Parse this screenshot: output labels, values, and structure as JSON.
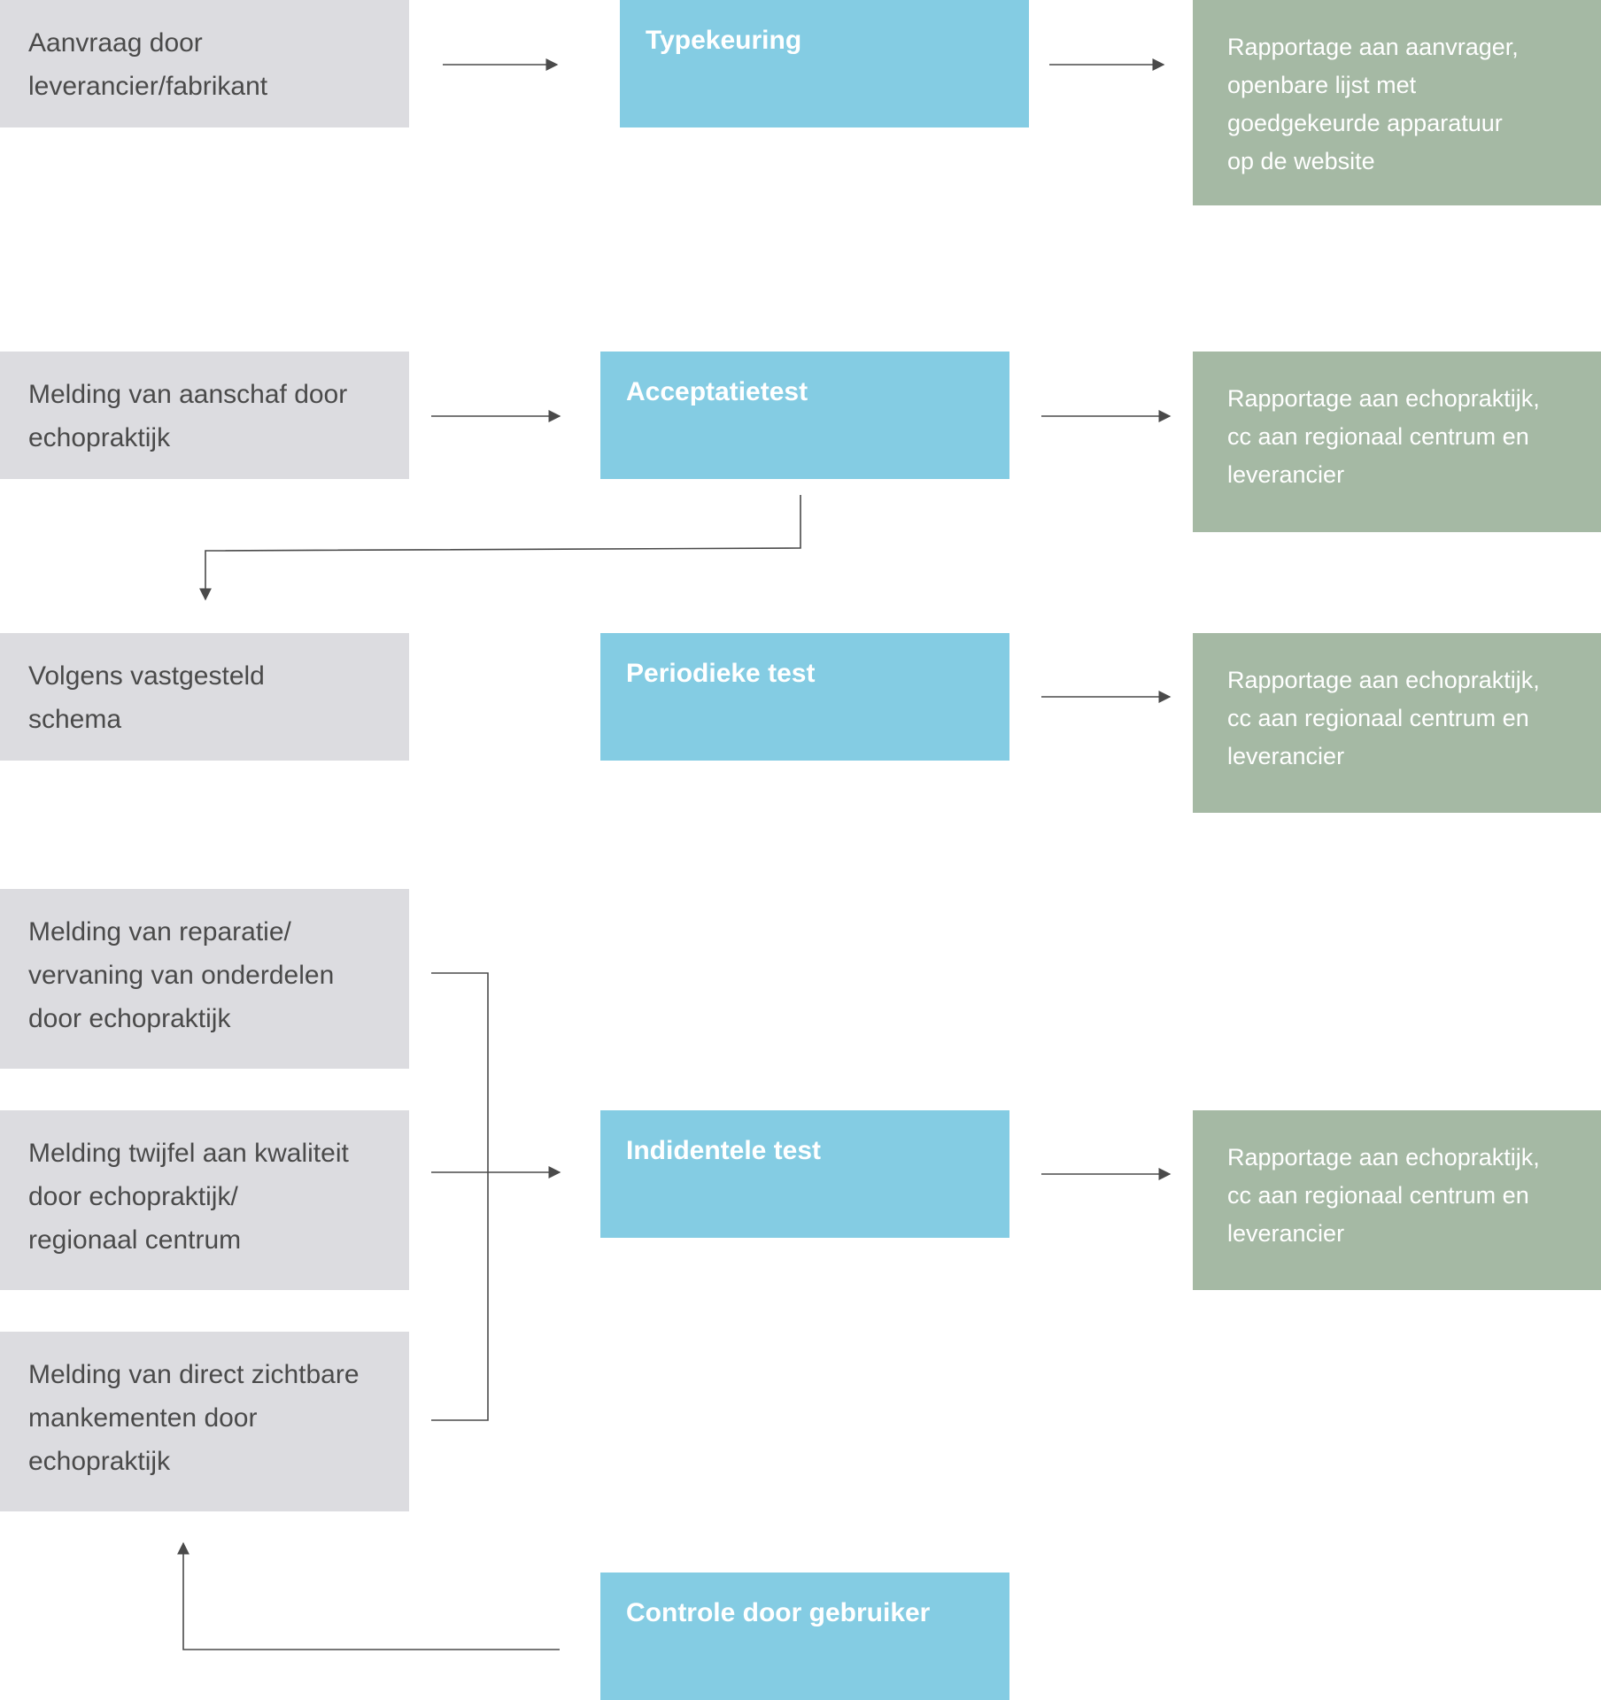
{
  "sources": {
    "typekeuring": "Aanvraag door\nleverancier/fabrikant",
    "acceptatie": "Melding van aanschaf door\nechopraktijk",
    "periodiek": "Volgens vastgesteld\nschema",
    "reparatie": "Melding van reparatie/\nvervaning van onderdelen\ndoor echopraktijk",
    "twijfel": "Melding twijfel aan kwaliteit\ndoor echopraktijk/\nregionaal centrum",
    "mankementen": "Melding van direct zichtbare\nmankementen door\nechopraktijk"
  },
  "tests": {
    "typekeuring": "Typekeuring",
    "acceptatie": "Acceptatietest",
    "periodiek": "Periodieke test",
    "incidenteel": "Indidentele test",
    "controle": "Controle door gebruiker"
  },
  "reports": {
    "typekeuring": "Rapportage aan aanvrager,\nopenbare lijst met\ngoedgekeurde apparatuur\nop de website",
    "acceptatie": "Rapportage aan echopraktijk,\ncc aan regionaal centrum en\nleverancier",
    "periodiek": "Rapportage aan echopraktijk,\ncc aan regionaal centrum en\nleverancier",
    "incidenteel": "Rapportage aan echopraktijk,\ncc aan regionaal centrum en\nleverancier"
  },
  "colors": {
    "source_bg": "#dcdce0",
    "test_bg": "#84cce3",
    "report_bg": "#a5b9a4",
    "connector": "#4a4a4a"
  }
}
